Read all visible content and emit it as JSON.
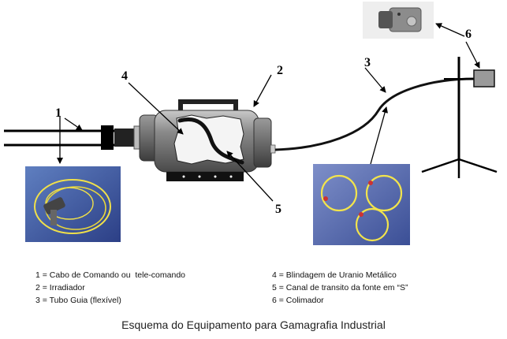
{
  "callouts": {
    "n1": "1",
    "n2": "2",
    "n3": "3",
    "n4": "4",
    "n5": "5",
    "n6": "6"
  },
  "legend": {
    "left": [
      "1 = Cabo de Comando ou  tele-comando",
      "2 = Irradiador",
      "3 = Tubo Guia (flexível)"
    ],
    "right": [
      "4 = Blindagem de Uranio Metálico",
      "5 = Canal de transito da fonte em “S”",
      "6 = Colimador"
    ]
  },
  "caption": "Esquema do Equipamento para Gamagrafia Industrial"
}
